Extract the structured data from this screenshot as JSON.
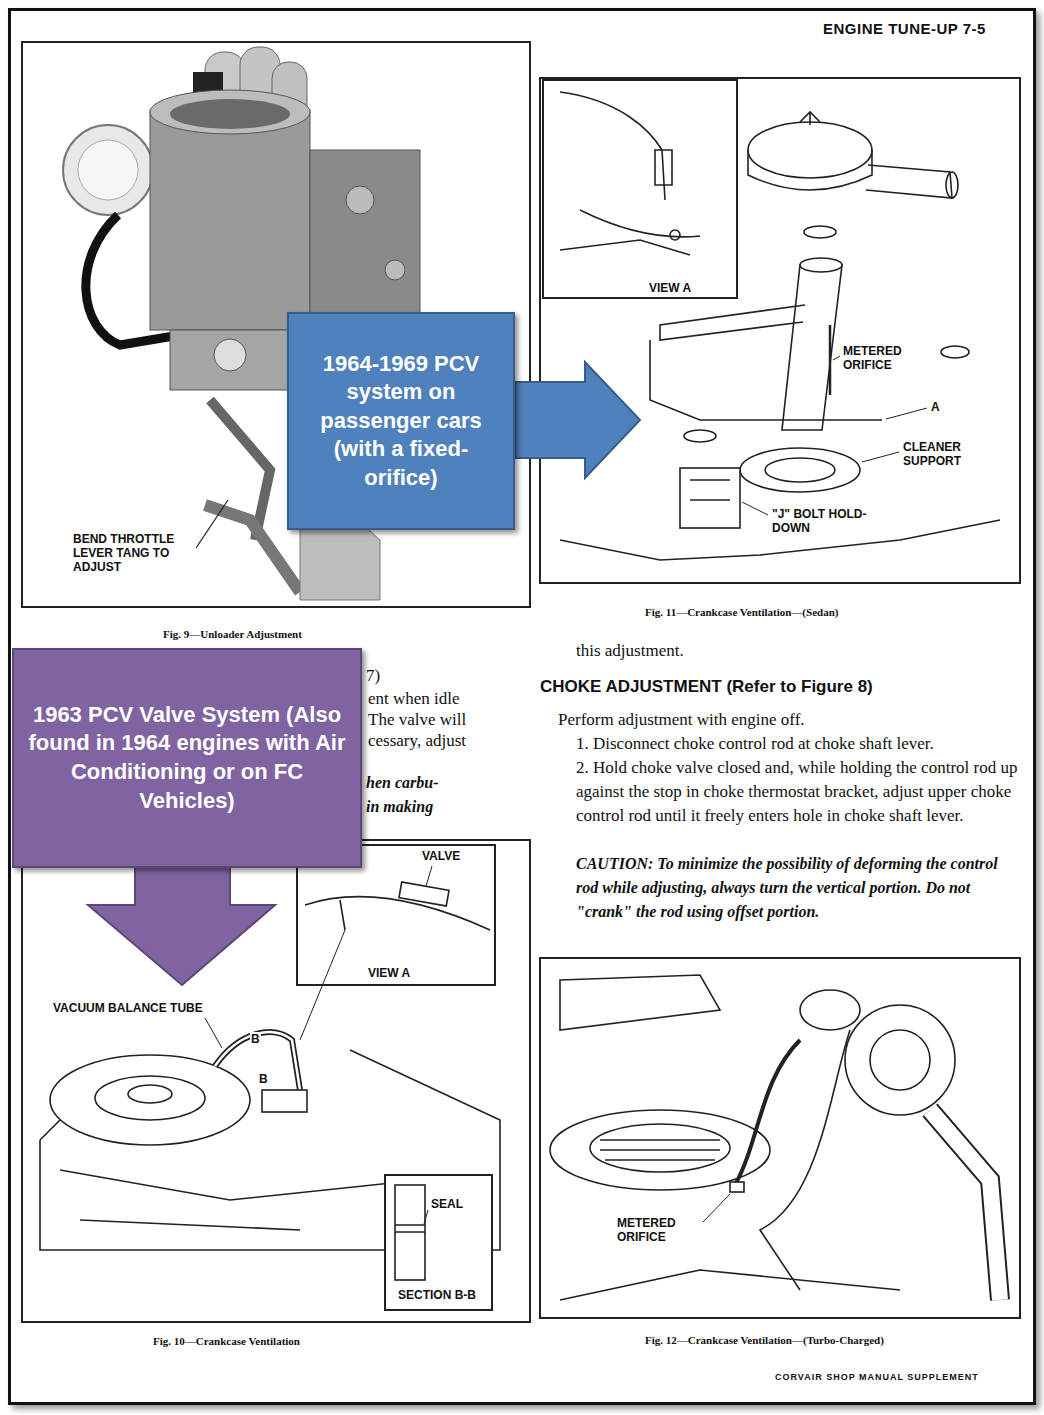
{
  "diagram": {
    "title": "ENGINE TUNE-UP 7-5",
    "nodes": [
      {
        "text": [
          "1964-1969 PCV system on passenger cars (with a fixed-orifice)"
        ]
      },
      {
        "text": [
          "1963 PCV Valve System (Also found in 1964 engines with Air Conditioning or on FC Vehicles)"
        ]
      }
    ],
    "labels": [
      "BEND THROTTLE LEVER TANG TO ADJUST",
      "Fig. 9—Unloader Adjustment",
      "VIEW A",
      "METERED ORIFICE",
      "A",
      "CLEANER SUPPORT",
      "\"J\" BOLT HOLD-DOWN",
      "Fig. 11—Crankcase Ventilation—(Sedan)",
      "this adjustment.",
      "7)",
      "ent when idle",
      "The valve will",
      "cessary, adjust",
      "hen carbu-",
      "in making",
      "CHOKE ADJUSTMENT (Refer to Figure 8)",
      "Perform adjustment with engine off.",
      "1. Disconnect choke control rod at choke shaft lever.",
      "2. Hold choke valve closed and, while holding the control rod up against the stop in choke thermostat bracket, adjust upper choke control rod until it freely enters hole in choke shaft lever.",
      "CAUTION: To minimize the possibility of deforming the control rod while adjusting, always turn the vertical portion. Do not \"crank\" the rod using offset portion.",
      "VALVE",
      "VIEW A",
      "VACUUM BALANCE TUBE",
      "B",
      "B",
      "SEAL",
      "SECTION B-B",
      "Fig. 10—Crankcase Ventilation",
      "METERED ORIFICE",
      "Fig. 12—Crankcase Ventilation—(Turbo-Charged)",
      "CORVAIR SHOP MANUAL SUPPLEMENT"
    ]
  }
}
